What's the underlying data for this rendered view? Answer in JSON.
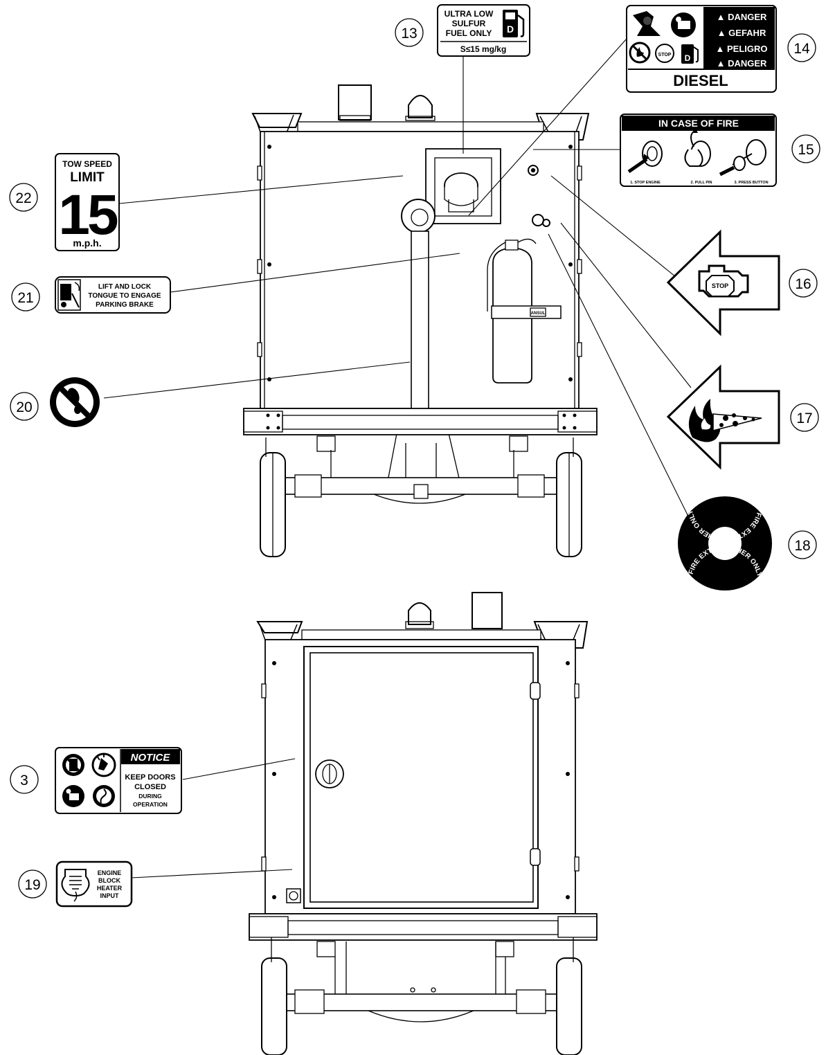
{
  "callouts": {
    "c3": "3",
    "c13": "13",
    "c14": "14",
    "c15": "15",
    "c16": "16",
    "c17": "17",
    "c18": "18",
    "c19": "19",
    "c20": "20",
    "c21": "21",
    "c22": "22"
  },
  "decals": {
    "fuel": {
      "line1": "ULTRA LOW",
      "line2": "SULFUR",
      "line3": "FUEL ONLY",
      "spec": "S≤15 mg/kg"
    },
    "danger": {
      "lines": [
        "DANGER",
        "GEFAHR",
        "PELIGRO",
        "DANGER"
      ],
      "footer": "DIESEL",
      "stop_text": "STOP"
    },
    "fire": {
      "title": "IN CASE OF FIRE",
      "step1": "1. STOP ENGINE",
      "step2": "2. PULL PIN",
      "step3": "3. PRESS BUTTON"
    },
    "engine_stop": {
      "text": "STOP"
    },
    "extinguisher_ring": {
      "text": "FIRE EXTINGUISHER ONLY"
    },
    "tow": {
      "line1": "TOW SPEED",
      "line2": "LIMIT",
      "value": "15",
      "unit": "m.p.h."
    },
    "lift": {
      "line1": "LIFT AND LOCK",
      "line2": "TONGUE TO ENGAGE",
      "line3": "PARKING BRAKE"
    },
    "notice": {
      "title": "NOTICE",
      "line1": "KEEP DOORS",
      "line2": "CLOSED",
      "line3": "DURING",
      "line4": "OPERATION"
    },
    "heater": {
      "line1": "ENGINE",
      "line2": "BLOCK",
      "line3": "HEATER",
      "line4": "INPUT"
    },
    "extinguisher_tag": "ANSUL"
  },
  "colors": {
    "ink": "#000000",
    "paper": "#ffffff",
    "panel": "#f4f4f4"
  }
}
